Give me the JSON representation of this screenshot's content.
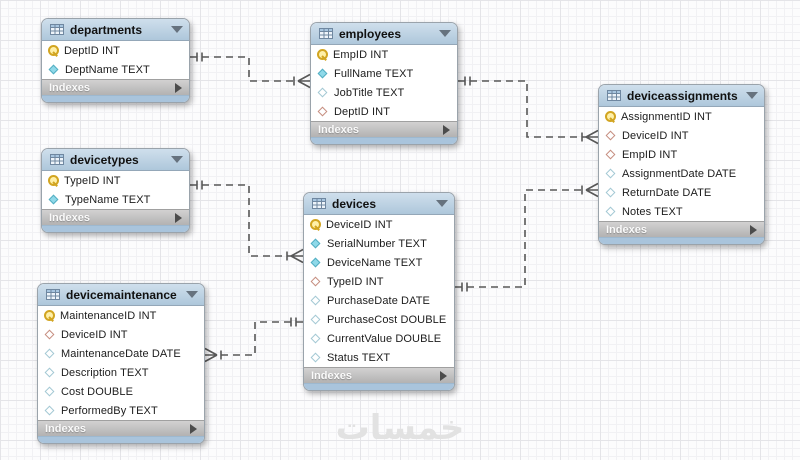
{
  "diagram": {
    "watermark": "خمسات",
    "colors": {
      "table_header": "#b9cdde",
      "table_footer": "#a9c4dc",
      "indexes_bar": "#c2c1c1",
      "connector": "#585858",
      "key_icon": "#d2a521",
      "not_null_diamond": "#8fd9e9",
      "fk_diamond_border": "#c68e80"
    },
    "tables": [
      {
        "id": "departments",
        "title": "departments",
        "fields": [
          {
            "icon": "key-icon",
            "label": "DeptID INT"
          },
          {
            "icon": "diamond-filled-icon",
            "label": "DeptName TEXT"
          }
        ],
        "footer_label": "Indexes"
      },
      {
        "id": "employees",
        "title": "employees",
        "fields": [
          {
            "icon": "key-icon",
            "label": "EmpID INT"
          },
          {
            "icon": "diamond-filled-icon",
            "label": "FullName TEXT"
          },
          {
            "icon": "diamond-open-icon",
            "label": "JobTitle TEXT"
          },
          {
            "icon": "diamond-fk-icon",
            "label": "DeptID INT"
          }
        ],
        "footer_label": "Indexes"
      },
      {
        "id": "devicetypes",
        "title": "devicetypes",
        "fields": [
          {
            "icon": "key-icon",
            "label": "TypeID INT"
          },
          {
            "icon": "diamond-filled-icon",
            "label": "TypeName TEXT"
          }
        ],
        "footer_label": "Indexes"
      },
      {
        "id": "devices",
        "title": "devices",
        "fields": [
          {
            "icon": "key-icon",
            "label": "DeviceID INT"
          },
          {
            "icon": "diamond-filled-icon",
            "label": "SerialNumber TEXT"
          },
          {
            "icon": "diamond-filled-icon",
            "label": "DeviceName TEXT"
          },
          {
            "icon": "diamond-fk-icon",
            "label": "TypeID INT"
          },
          {
            "icon": "diamond-open-icon",
            "label": "PurchaseDate DATE"
          },
          {
            "icon": "diamond-open-icon",
            "label": "PurchaseCost DOUBLE"
          },
          {
            "icon": "diamond-open-icon",
            "label": "CurrentValue DOUBLE"
          },
          {
            "icon": "diamond-open-icon",
            "label": "Status TEXT"
          }
        ],
        "footer_label": "Indexes"
      },
      {
        "id": "devicemaintenance",
        "title": "devicemaintenance",
        "fields": [
          {
            "icon": "key-icon",
            "label": "MaintenanceID INT"
          },
          {
            "icon": "diamond-fk-icon",
            "label": "DeviceID INT"
          },
          {
            "icon": "diamond-open-icon",
            "label": "MaintenanceDate DATE"
          },
          {
            "icon": "diamond-open-icon",
            "label": "Description TEXT"
          },
          {
            "icon": "diamond-open-icon",
            "label": "Cost DOUBLE"
          },
          {
            "icon": "diamond-open-icon",
            "label": "PerformedBy TEXT"
          }
        ],
        "footer_label": "Indexes"
      },
      {
        "id": "deviceassignments",
        "title": "deviceassignments",
        "fields": [
          {
            "icon": "key-icon",
            "label": "AssignmentID INT"
          },
          {
            "icon": "diamond-fk-icon",
            "label": "DeviceID INT"
          },
          {
            "icon": "diamond-fk-icon",
            "label": "EmpID INT"
          },
          {
            "icon": "diamond-open-icon",
            "label": "AssignmentDate DATE"
          },
          {
            "icon": "diamond-open-icon",
            "label": "ReturnDate DATE"
          },
          {
            "icon": "diamond-open-icon",
            "label": "Notes TEXT"
          }
        ],
        "footer_label": "Indexes"
      }
    ],
    "relationships": [
      {
        "from": "departments",
        "to": "employees",
        "from_cardinality": "one",
        "to_cardinality": "many"
      },
      {
        "from": "devicetypes",
        "to": "devices",
        "from_cardinality": "one",
        "to_cardinality": "many"
      },
      {
        "from": "employees",
        "to": "deviceassignments",
        "from_cardinality": "one",
        "to_cardinality": "many"
      },
      {
        "from": "devices",
        "to": "deviceassignments",
        "from_cardinality": "one",
        "to_cardinality": "many"
      },
      {
        "from": "devices",
        "to": "devicemaintenance",
        "from_cardinality": "one",
        "to_cardinality": "many"
      }
    ]
  }
}
